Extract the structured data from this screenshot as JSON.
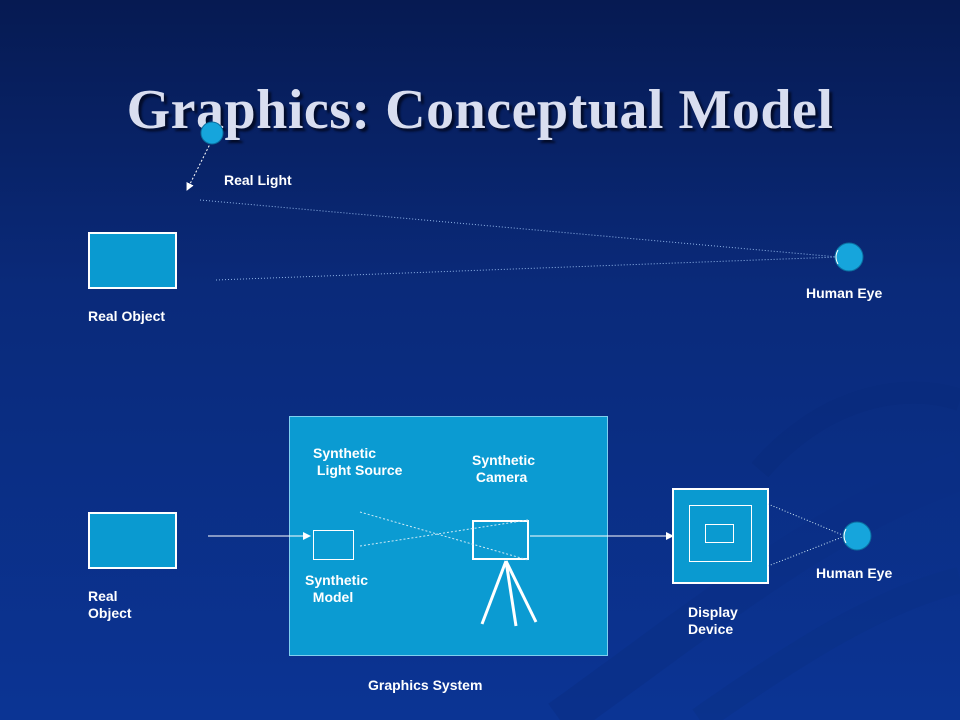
{
  "slide": {
    "title": "Graphics: Conceptual Model"
  },
  "top_scene": {
    "real_light_label": "Real Light",
    "real_object_label": "Real Object",
    "human_eye_label": "Human Eye"
  },
  "bottom_scene": {
    "real_object_label": "Real\nObject",
    "synthetic_light_label": "Synthetic\n Light Source",
    "synthetic_camera_label": "Synthetic\n Camera",
    "synthetic_model_label": "Synthetic\n  Model",
    "graphics_system_label": "Graphics System",
    "display_device_label": "Display\nDevice",
    "human_eye_label": "Human Eye"
  },
  "colors": {
    "object_fill": "#0a9ad0",
    "system_fill": "#0b9bd2",
    "outline": "#ffffff"
  }
}
